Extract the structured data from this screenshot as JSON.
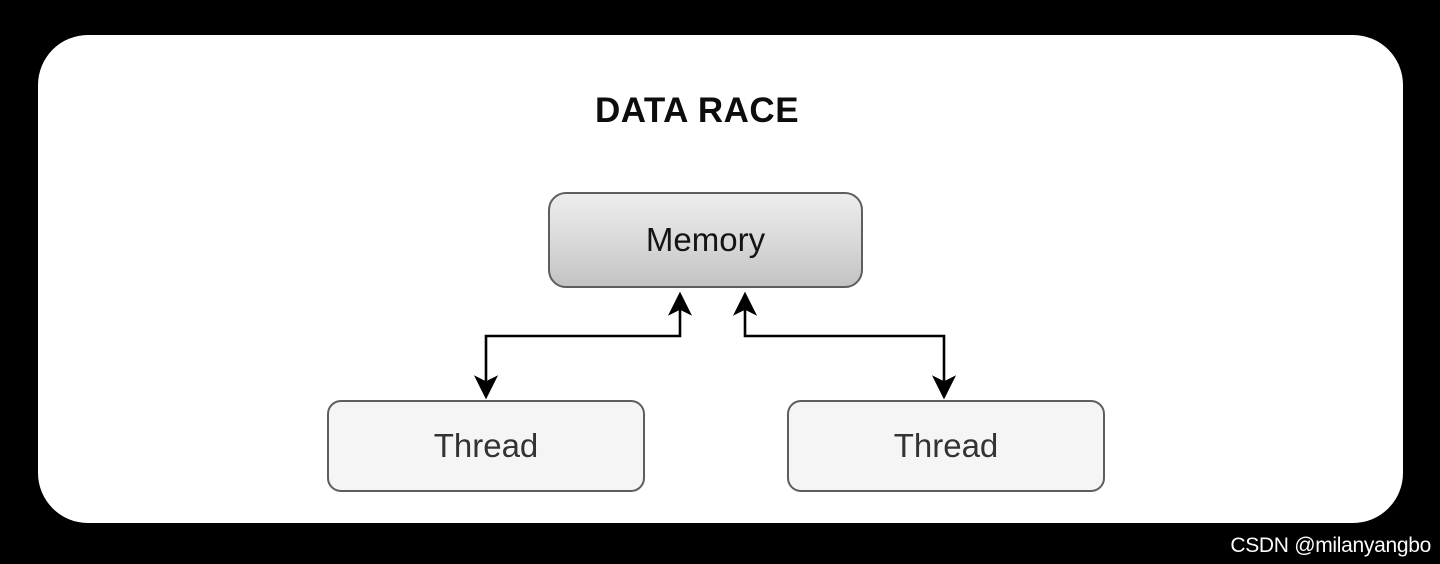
{
  "title": "DATA RACE",
  "diagram": {
    "memory_node": {
      "label": "Memory"
    },
    "thread_left": {
      "label": "Thread"
    },
    "thread_right": {
      "label": "Thread"
    },
    "connectors": [
      {
        "from": "memory",
        "to": "thread_left",
        "direction": "bidirectional"
      },
      {
        "from": "memory",
        "to": "thread_right",
        "direction": "bidirectional"
      }
    ]
  },
  "watermark": {
    "text": "CSDN @milanyangbo"
  },
  "colors": {
    "page_background": "#000000",
    "canvas_background": "#ffffff",
    "title_text": "#0d0d0d",
    "node_border": "#5e5e5e",
    "memory_gradient_top": "#ededed",
    "memory_gradient_bottom": "#c3c3c3",
    "thread_fill": "#f5f5f5",
    "thread_text": "#333333",
    "arrow": "#000000",
    "watermark_text": "#fbfbfb"
  }
}
